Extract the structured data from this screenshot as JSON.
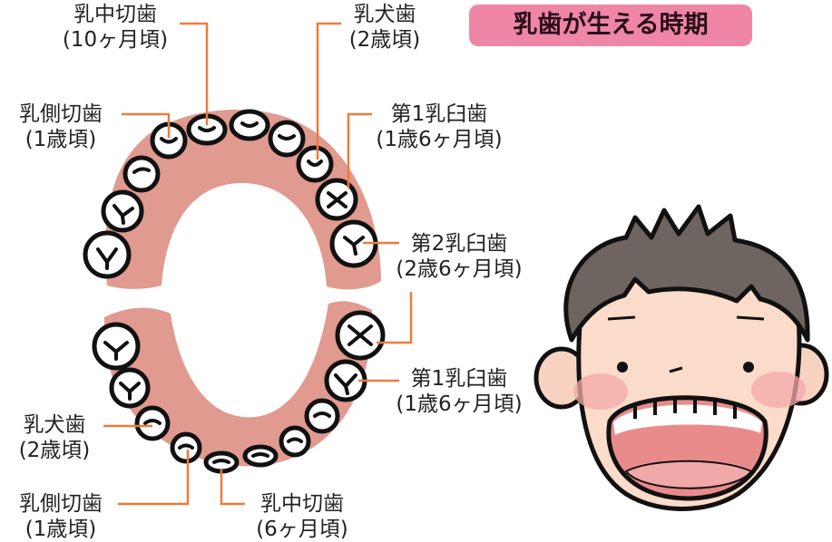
{
  "title": "乳歯が生える時期",
  "colors": {
    "gum": "#e09a90",
    "leader": "#ee7b3b",
    "title_bg": "#ef86a6"
  },
  "labels": {
    "upper_central": {
      "name": "乳中切歯",
      "age": "(10ヶ月頃)"
    },
    "upper_canine": {
      "name": "乳犬歯",
      "age": "(2歳頃)"
    },
    "upper_lateral": {
      "name": "乳側切歯",
      "age": "(1歳頃)"
    },
    "upper_first_molar": {
      "name": "第1乳臼歯",
      "age": "(1歳6ヶ月頃)"
    },
    "second_molar": {
      "name": "第2乳臼歯",
      "age": "(2歳6ヶ月頃)"
    },
    "lower_first_molar": {
      "name": "第1乳臼歯",
      "age": "(1歳6ヶ月頃)"
    },
    "lower_canine": {
      "name": "乳犬歯",
      "age": "(2歳頃)"
    },
    "lower_lateral": {
      "name": "乳側切歯",
      "age": "(1歳頃)"
    },
    "lower_central": {
      "name": "乳中切歯",
      "age": "(6ヶ月頃)"
    }
  }
}
